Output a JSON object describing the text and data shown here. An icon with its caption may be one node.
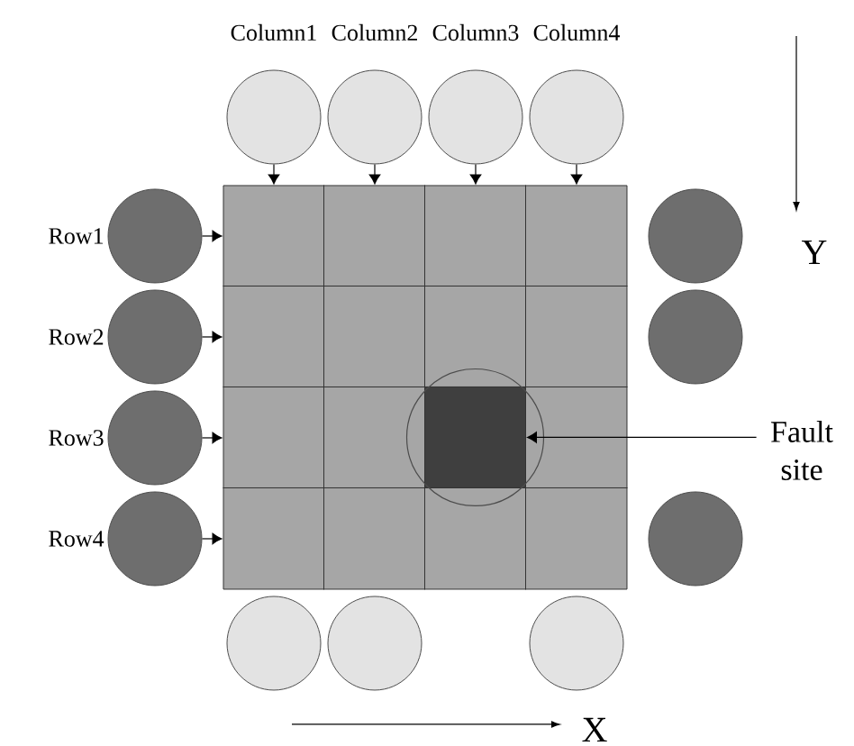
{
  "diagram": {
    "nodes": [
      {
        "text": [
          "Column1"
        ]
      },
      {
        "text": [
          "Column2"
        ]
      },
      {
        "text": [
          "Column3"
        ]
      },
      {
        "text": [
          "Column4"
        ]
      },
      {
        "text": [
          "Row1"
        ]
      },
      {
        "text": [
          "Row2"
        ]
      },
      {
        "text": [
          "Row3"
        ]
      },
      {
        "text": [
          "Row4"
        ]
      },
      {
        "text": [],
        "shape": "box"
      },
      {
        "text": [],
        "shape": "box",
        "in": 8
      },
      {
        "text": [],
        "shape": "circle"
      },
      {
        "text": [],
        "shape": "circle"
      },
      {
        "text": [],
        "shape": "circle"
      },
      {
        "text": [],
        "shape": "circle"
      },
      {
        "text": [],
        "shape": "circle"
      },
      {
        "text": [],
        "shape": "circle"
      },
      {
        "text": [
          "Fault site"
        ]
      }
    ],
    "edges": [
      {
        "from": 0,
        "to": 8,
        "arrow": "to"
      },
      {
        "from": 1,
        "to": 8,
        "arrow": "to"
      },
      {
        "from": 2,
        "to": 8,
        "arrow": "to"
      },
      {
        "from": 3,
        "to": 8,
        "arrow": "to"
      },
      {
        "from": 4,
        "to": 8,
        "arrow": "to"
      },
      {
        "from": 5,
        "to": 8,
        "arrow": "to"
      },
      {
        "from": 6,
        "to": 8,
        "arrow": "to"
      },
      {
        "from": 7,
        "to": 8,
        "arrow": "to"
      },
      {
        "from": 16,
        "to": 9,
        "arrow": "to"
      }
    ],
    "labels": [
      "Y",
      "X"
    ]
  }
}
